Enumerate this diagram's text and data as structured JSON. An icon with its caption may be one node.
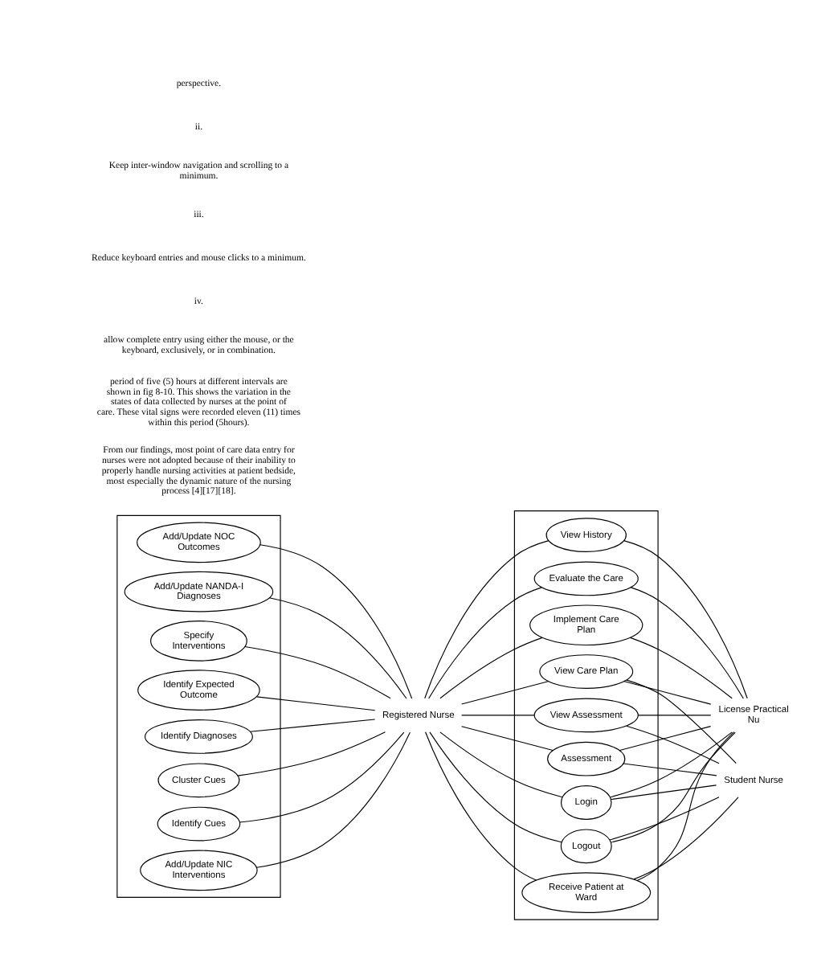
{
  "diagram": {
    "nodes": [
      {
        "text": [],
        "shape": "box"
      },
      {
        "text": [
          "Add/Update NANDA-I Diagnoses"
        ],
        "in": 0
      },
      {
        "text": [
          "Add/Update NOC Outcomes"
        ],
        "in": 0
      },
      {
        "text": [
          "Add/Update NIC Interventions"
        ],
        "in": 0
      },
      {
        "text": [
          "Identify Cues"
        ],
        "in": 0
      },
      {
        "text": [
          "Cluster Cues"
        ],
        "in": 0
      },
      {
        "text": [
          "Identify Diagnoses"
        ],
        "in": 0
      },
      {
        "text": [
          "Identify Expected Outcome"
        ],
        "in": 0
      },
      {
        "text": [
          "Specify Interventions"
        ],
        "in": 0
      },
      {
        "text": [],
        "shape": "box"
      },
      {
        "text": [
          "Login"
        ],
        "in": 9
      },
      {
        "text": [
          "Assessment"
        ],
        "in": 9
      },
      {
        "text": [
          "View Assessment"
        ],
        "in": 9
      },
      {
        "text": [
          "View Care Plan"
        ],
        "in": 9
      },
      {
        "text": [
          "Implement Care Plan"
        ],
        "in": 9
      },
      {
        "text": [
          "Evaluate the Care"
        ],
        "in": 9
      },
      {
        "text": [
          "View History"
        ],
        "in": 9
      },
      {
        "text": [
          "Receive Patient at Ward"
        ],
        "in": 9
      },
      {
        "text": [
          "Logout"
        ],
        "in": 9
      },
      {
        "text": [
          "Registered Nurse"
        ]
      },
      {
        "text": [
          "Student Nurse"
        ]
      },
      {
        "text": [
          "License Practical Nu"
        ]
      }
    ],
    "edges": [
      {
        "from": 1,
        "to": 19,
        "arrow": "none"
      },
      {
        "from": 2,
        "to": 19,
        "arrow": "none"
      },
      {
        "from": 3,
        "to": 19,
        "arrow": "none"
      },
      {
        "from": 4,
        "to": 19,
        "arrow": "none"
      },
      {
        "from": 5,
        "to": 19,
        "arrow": "none"
      },
      {
        "from": 6,
        "to": 19,
        "arrow": "none"
      },
      {
        "from": 7,
        "to": 19,
        "arrow": "none"
      },
      {
        "from": 8,
        "to": 19,
        "arrow": "none"
      },
      {
        "from": 19,
        "to": 10,
        "arrow": "none"
      },
      {
        "from": 19,
        "to": 11,
        "arrow": "none"
      },
      {
        "from": 19,
        "to": 12,
        "arrow": "none"
      },
      {
        "from": 19,
        "to": 13,
        "arrow": "none"
      },
      {
        "from": 19,
        "to": 14,
        "arrow": "none"
      },
      {
        "from": 19,
        "to": 15,
        "arrow": "none"
      },
      {
        "from": 19,
        "to": 16,
        "arrow": "none"
      },
      {
        "from": 19,
        "to": 17,
        "arrow": "none"
      },
      {
        "from": 19,
        "to": 18,
        "arrow": "none"
      },
      {
        "from": 10,
        "to": 20,
        "arrow": "none"
      },
      {
        "from": 11,
        "to": 20,
        "arrow": "none"
      },
      {
        "from": 12,
        "to": 20,
        "arrow": "none"
      },
      {
        "from": 13,
        "to": 20,
        "arrow": "none"
      },
      {
        "from": 17,
        "to": 20,
        "arrow": "none"
      },
      {
        "from": 18,
        "to": 20,
        "arrow": "none"
      },
      {
        "from": 10,
        "to": 21,
        "arrow": "none"
      },
      {
        "from": 11,
        "to": 21,
        "arrow": "none"
      },
      {
        "from": 12,
        "to": 21,
        "arrow": "none"
      },
      {
        "from": 13,
        "to": 21,
        "arrow": "none"
      },
      {
        "from": 14,
        "to": 21,
        "arrow": "none"
      },
      {
        "from": 15,
        "to": 21,
        "arrow": "none"
      },
      {
        "from": 16,
        "to": 21,
        "arrow": "none"
      },
      {
        "from": 17,
        "to": 21,
        "arrow": "none"
      },
      {
        "from": 18,
        "to": 21,
        "arrow": "none"
      }
    ],
    "labels": [
      "perspective.",
      "ii.",
      "Keep inter-window navigation and scrolling to a minimum.",
      "iii.",
      "Reduce keyboard entries and mouse clicks to a minimum.",
      "iv.",
      "allow complete entry using either the mouse, or the keyboard, exclusively, or in combination.",
      "period of five (5) hours at different intervals are shown in fig 8-10. This shows the variation in the states of data collected by nurses at the point of care. These vital signs were recorded eleven (11) times within this period (5hours).",
      "From our findings, most point of care data entry for nurses were not adopted because of their inability to properly handle nursing activities at patient bedside, most especially the dynamic nature of the nursing process [4][17][18]."
    ]
  }
}
